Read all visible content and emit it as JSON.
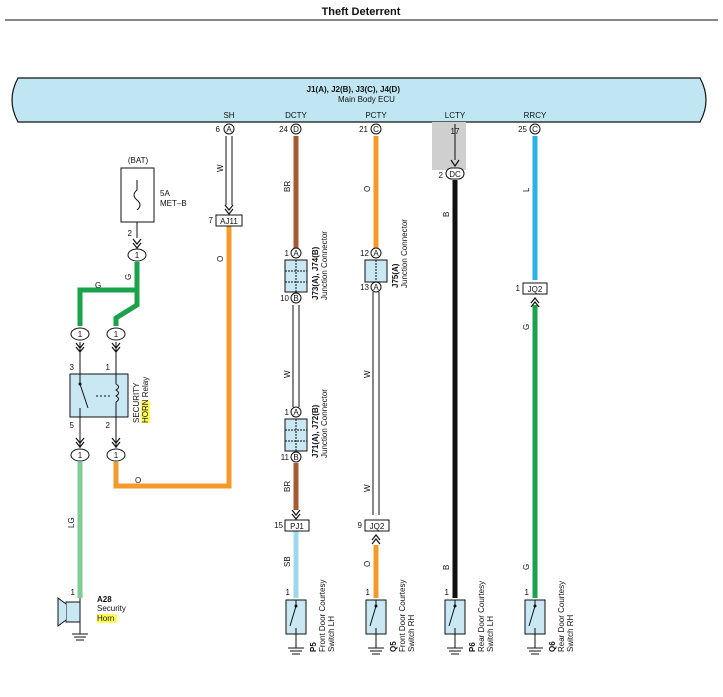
{
  "title": "Theft Deterrent",
  "ecu": {
    "code": "J1(A), J2(B), J3(C), J4(D)",
    "name": "Main Body ECU",
    "terminals": {
      "sh": {
        "name": "SH",
        "pin": "6",
        "conn": "A"
      },
      "dcty": {
        "name": "DCTY",
        "pin": "24",
        "conn": "D"
      },
      "pcty": {
        "name": "PCTY",
        "pin": "21",
        "conn": "C"
      },
      "lcty": {
        "name": "LCTY",
        "pin": "17"
      },
      "rrcy": {
        "name": "RRCY",
        "pin": "25",
        "conn": "C"
      }
    }
  },
  "lcty_junction": {
    "pin": "2",
    "conn": "DC"
  },
  "fuse": {
    "source": "(BAT)",
    "rating": "5A",
    "name": "MET–B",
    "pin": "2",
    "term": "1"
  },
  "relay": {
    "line1": "SECURITY",
    "line2_hl": "HORN",
    "line2_rest": " Relay",
    "pin_tl": "3",
    "pin_tr": "1",
    "pin_bl": "5",
    "pin_br": "2",
    "term": "1"
  },
  "aj11": {
    "label": "AJ11",
    "pin": "7"
  },
  "j73": {
    "title_a": "J73(A), J74(B)",
    "title_b": "Junction Connector",
    "top_pin": "1",
    "top_conn": "A",
    "bot_pin": "10",
    "bot_conn": "B"
  },
  "j71": {
    "title_a": "J71(A), J72(B)",
    "title_b": "Junction Connector",
    "top_pin": "1",
    "top_conn": "A",
    "bot_pin": "11",
    "bot_conn": "B"
  },
  "j75": {
    "title_a": "J75(A)",
    "title_b": "Junction Connector",
    "top_pin": "12",
    "top_conn": "A",
    "bot_pin": "13",
    "bot_conn": "A"
  },
  "pj1": {
    "label": "PJ1",
    "pin": "15"
  },
  "jq2_p": {
    "label": "JQ2",
    "pin": "9"
  },
  "jq2_r": {
    "label": "JQ2",
    "pin": "1"
  },
  "wire_colors": {
    "W": "W",
    "O": "O",
    "BR": "BR",
    "G": "G",
    "B": "B",
    "L": "L",
    "LG": "LG",
    "SB": "SB"
  },
  "colors": {
    "ecu_fill": "#bfe6f2",
    "orange": "#f39a2a",
    "brown": "#a65a30",
    "green": "#1aa34a",
    "light_green": "#7fcc9a",
    "blue": "#2bb0e8",
    "sky_blue": "#9ed8f0",
    "black": "#111111",
    "relay_fill": "#c9e8f4",
    "highlight": "#ffff55"
  },
  "horn": {
    "code": "A28",
    "name1": "Security",
    "name2_hl": "Horn",
    "pin": "1"
  },
  "switches": [
    {
      "code": "P5",
      "line1": "Front Door Courtesy",
      "line2": "Switch LH",
      "pin": "1"
    },
    {
      "code": "Q5",
      "line1": "Front Door Courtesy",
      "line2": "Switch RH",
      "pin": "1"
    },
    {
      "code": "P6",
      "line1": "Rear Door Courtesy",
      "line2": "Switch LH",
      "pin": "1"
    },
    {
      "code": "Q6",
      "line1": "Rear Door Courtesy",
      "line2": "Switch RH",
      "pin": "1"
    }
  ]
}
